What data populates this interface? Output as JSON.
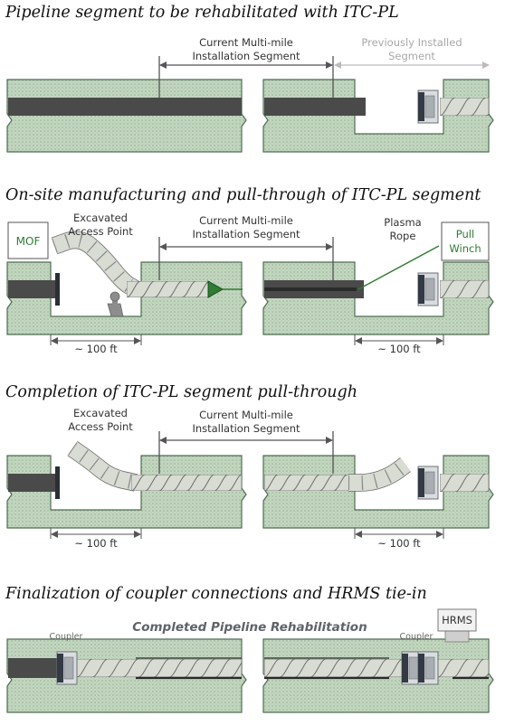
{
  "panels": [
    {
      "caption": "Pipeline segment to be rehabilitated with ITC-PL",
      "current_segment": [
        "Current Multi-mile",
        "Installation Segment"
      ],
      "previous_segment": [
        "Previously Installed",
        "Segment"
      ]
    },
    {
      "caption": "On-site manufacturing and pull-through of ITC-PL segment",
      "mof": "MOF",
      "access_point": [
        "Excavated",
        "Access Point"
      ],
      "current_segment": [
        "Current Multi-mile",
        "Installation Segment"
      ],
      "plasma_rope": [
        "Plasma",
        "Rope"
      ],
      "pull_winch": [
        "Pull",
        "Winch"
      ],
      "dist_left": "~ 100 ft",
      "dist_right": "~ 100 ft"
    },
    {
      "caption": "Completion of ITC-PL segment pull-through",
      "access_point": [
        "Excavated",
        "Access Point"
      ],
      "current_segment": [
        "Current Multi-mile",
        "Installation Segment"
      ],
      "dist_left": "~ 100 ft",
      "dist_right": "~ 100 ft"
    },
    {
      "caption": "Finalization of coupler connections and HRMS tie-in",
      "title": "Completed Pipeline Rehabilitation",
      "coupler_left": "Coupler",
      "coupler_right": "Coupler",
      "hrms": "HRMS"
    }
  ],
  "colors": {
    "ground": "#c3d7c0",
    "ground_edge": "#4e6e52",
    "old_pipe": "#4a4a4a",
    "rope": "#d8dcd3",
    "rope_edge": "#6d6d6d",
    "plasma_rope": "#2e7d32",
    "coupler": "#333a44"
  }
}
